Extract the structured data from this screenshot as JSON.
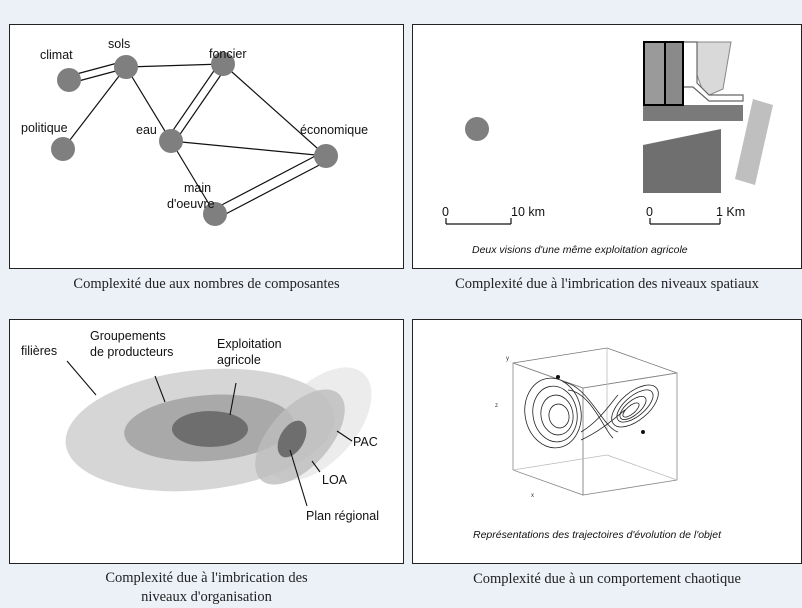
{
  "panels": {
    "components": {
      "nodes": {
        "climat": "climat",
        "sols": "sols",
        "foncier": "foncier",
        "politique": "politique",
        "eau": "eau",
        "economique": "économique",
        "main_doeuvre_1": "main",
        "main_doeuvre_2": "d'oeuvre"
      },
      "caption": "Complexité due aux nombres de composantes"
    },
    "spatial": {
      "scale_left": {
        "start": "0",
        "end": "10 km"
      },
      "scale_right": {
        "start": "0",
        "end": "1 Km"
      },
      "note": "Deux visions d'une même exploitation agricole",
      "caption": "Complexité due à l'imbrication des niveaux spatiaux"
    },
    "organisation": {
      "labels": {
        "filieres": "filières",
        "groupements_1": "Groupements",
        "groupements_2": "de producteurs",
        "exploitation_1": "Exploitation",
        "exploitation_2": "agricole",
        "pac": "PAC",
        "loa": "LOA",
        "plan_regional": "Plan régional"
      },
      "caption_line1": "Complexité due à l'imbrication des",
      "caption_line2": "niveaux d'organisation"
    },
    "chaotic": {
      "note": "Représentations des trajectoires d'évolution de l'objet",
      "caption": "Complexité due à un comportement chaotique"
    }
  },
  "colors": {
    "node": "#7f7f7f",
    "dark_gray": "#6f6f6f",
    "mid_gray": "#a6a6a6",
    "light_gray": "#d0d0d0",
    "lighter_gray": "#e4e4e4"
  }
}
